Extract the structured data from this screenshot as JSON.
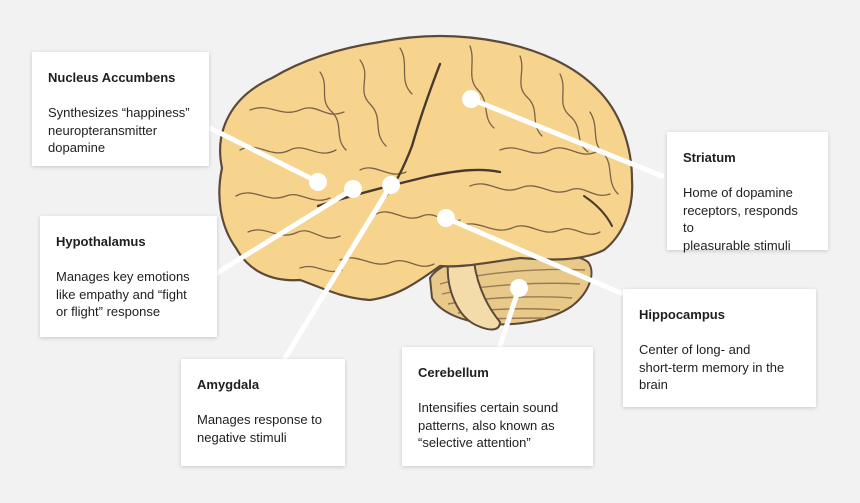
{
  "colors": {
    "background": "#f2f2f2",
    "brain_fill": "#f7d48e",
    "brain_stroke": "#5b4a3a",
    "cerebellum_fill": "#e8c98a",
    "connector": "#ffffff",
    "card": "#ffffff"
  },
  "labels": [
    {
      "id": "nucleus-accumbens",
      "title": "Nucleus Accumbens",
      "text": "Synthesizes “happiness”\nneuropteransmitter\ndopamine"
    },
    {
      "id": "hypothalamus",
      "title": "Hypothalamus",
      "text": "Manages key emotions\nlike empathy and “fight\nor flight” response"
    },
    {
      "id": "amygdala",
      "title": "Amygdala",
      "text": "Manages response to\nnegative stimuli"
    },
    {
      "id": "cerebellum",
      "title": "Cerebellum",
      "text": "Intensifies certain sound\npatterns, also known as\n“selective attention”"
    },
    {
      "id": "hippocampus",
      "title": "Hippocampus",
      "text": "Center of long- and\nshort-term memory in the\nbrain"
    },
    {
      "id": "striatum",
      "title": "Striatum",
      "text": "Home of dopamine\nreceptors, responds to\npleasurable stimuli"
    }
  ]
}
